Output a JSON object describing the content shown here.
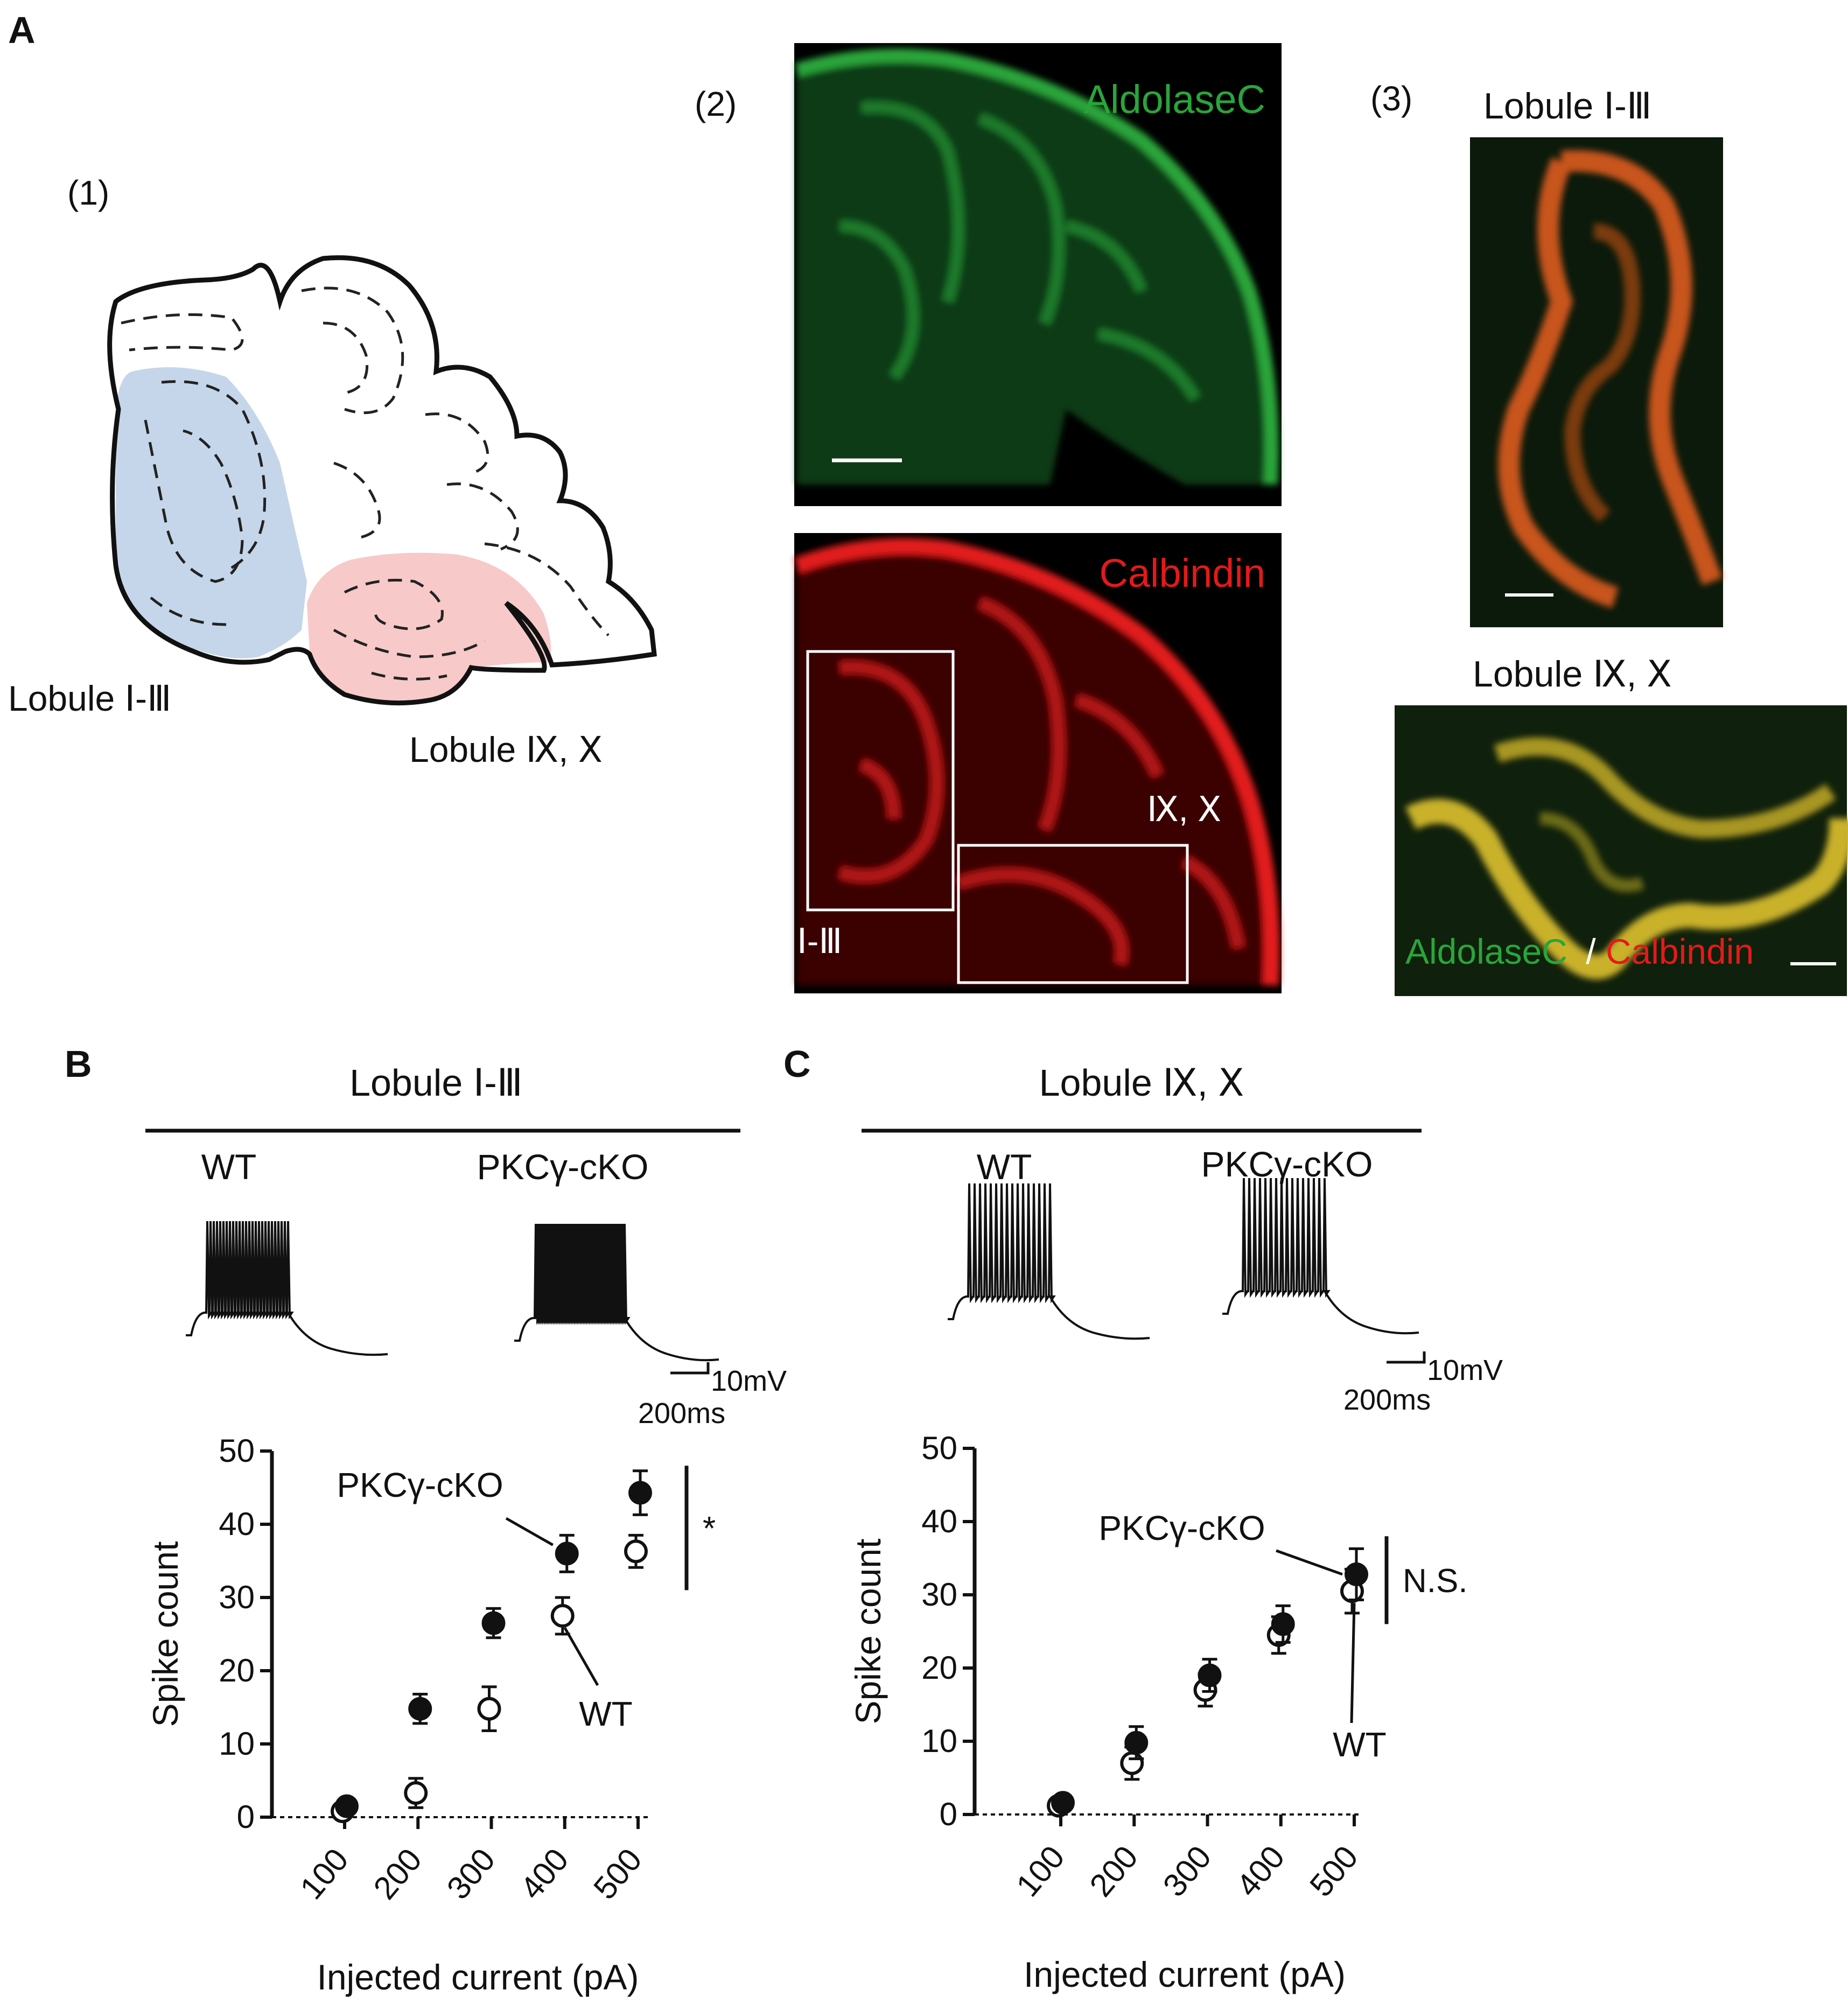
{
  "panel_letters": {
    "a": "A",
    "b": "B",
    "c": "C"
  },
  "panel_a": {
    "sub1": "(1)",
    "sub2": "(2)",
    "sub3": "(3)",
    "schematic": {
      "label_lobule_1_3": "Lobule Ⅰ-Ⅲ",
      "label_lobule_9_10": "Lobule Ⅸ, Ⅹ",
      "colors": {
        "anterior_fill": "#c5d6ea",
        "posterior_fill": "#f7c9c9"
      }
    },
    "micro_aldolase": {
      "stain_label": "AldolaseC",
      "color": "#2aa53a"
    },
    "micro_calbindin": {
      "stain_label": "Calbindin",
      "box_label_1_3": "Ⅰ-Ⅲ",
      "box_label_9_10": "Ⅸ, Ⅹ",
      "color": "#e21a1a"
    },
    "zoom_1_3": {
      "title": "Lobule Ⅰ-Ⅲ"
    },
    "zoom_9_10": {
      "title": "Lobule Ⅸ, Ⅹ",
      "legend_green": "AldolaseC",
      "legend_sep": "/",
      "legend_red": "Calbindin"
    }
  },
  "panel_b": {
    "title": "Lobule Ⅰ-Ⅲ",
    "trace_wt_label": "WT",
    "trace_ko_label": "PKCγ-cKO",
    "scale_mv": "10mV",
    "scale_ms": "200ms"
  },
  "panel_c": {
    "title": "Lobule Ⅸ, Ⅹ",
    "trace_wt_label": "WT",
    "trace_ko_label": "PKCγ-cKO",
    "scale_mv": "10mV",
    "scale_ms": "200ms"
  },
  "chart_data": [
    {
      "type": "scatter",
      "panel": "B",
      "xlabel": "Injected current (pA)",
      "ylabel": "Spike count",
      "x": [
        100,
        200,
        300,
        400,
        500
      ],
      "xticks": [
        "100",
        "200",
        "300",
        "400",
        "500"
      ],
      "yticks": [
        "0",
        "10",
        "20",
        "30",
        "40",
        "50"
      ],
      "ylim": [
        0,
        50
      ],
      "series": [
        {
          "name": "PKCγ-cKO",
          "marker": "filled",
          "values": [
            1.5,
            14.8,
            26.5,
            36,
            44.3
          ],
          "errors": [
            0.5,
            2,
            2,
            2.5,
            3
          ]
        },
        {
          "name": "WT",
          "marker": "open",
          "values": [
            0.8,
            3.3,
            14.8,
            27.5,
            36.3
          ],
          "errors": [
            0.5,
            2,
            3,
            2.5,
            2.2
          ]
        }
      ],
      "significance": "*"
    },
    {
      "type": "scatter",
      "panel": "C",
      "xlabel": "Injected current (pA)",
      "ylabel": "Spike count",
      "x": [
        100,
        200,
        300,
        400,
        500
      ],
      "xticks": [
        "100",
        "200",
        "300",
        "400",
        "500"
      ],
      "yticks": [
        "0",
        "10",
        "20",
        "30",
        "40",
        "50"
      ],
      "ylim": [
        0,
        50
      ],
      "series": [
        {
          "name": "PKCγ-cKO",
          "marker": "filled",
          "values": [
            1.6,
            9.8,
            19,
            26,
            32.8
          ],
          "errors": [
            0.5,
            2.2,
            2.2,
            2.5,
            3.5
          ]
        },
        {
          "name": "WT",
          "marker": "open",
          "values": [
            1.2,
            7,
            17,
            24.5,
            30.5
          ],
          "errors": [
            0.5,
            2.2,
            2.2,
            2.5,
            3
          ]
        }
      ],
      "significance": "N.S."
    }
  ]
}
